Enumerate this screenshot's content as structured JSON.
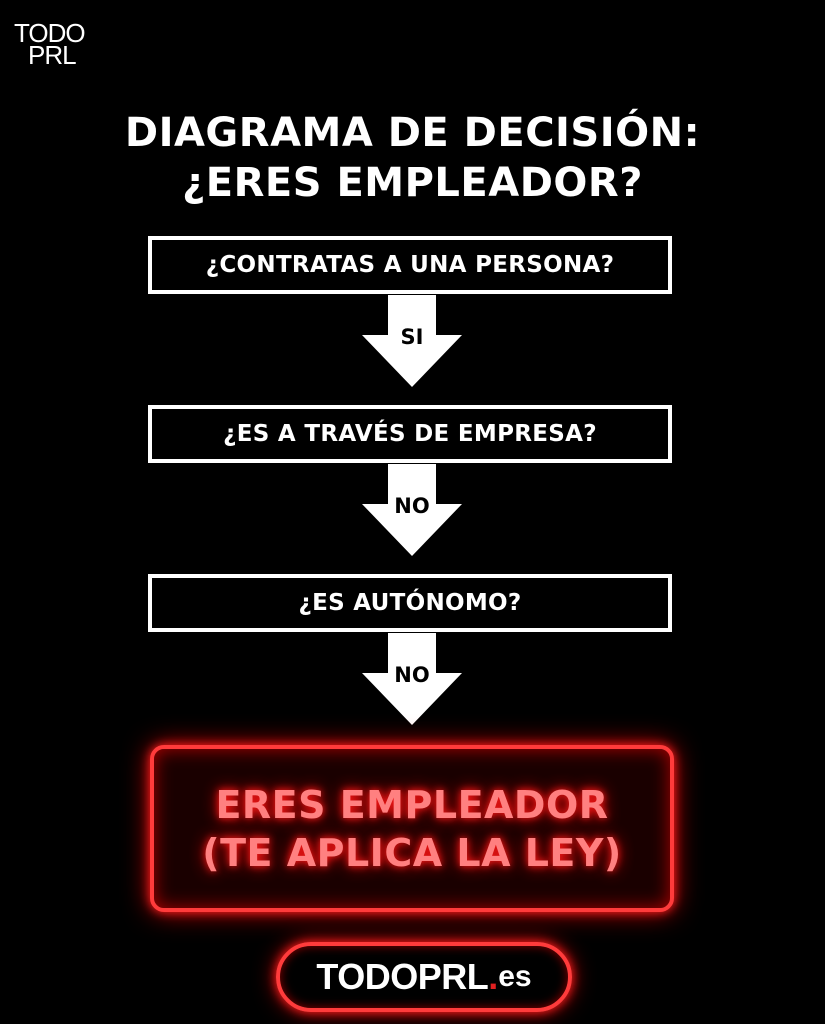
{
  "logo": {
    "line1": "TODO",
    "line2": "PRL"
  },
  "title": {
    "line1": "DIAGRAMA DE DECISIÓN:",
    "line2": "¿ERES EMPLEADOR?"
  },
  "steps": [
    {
      "question": "¿CONTRATAS A UNA PERSONA?",
      "answer": "SI"
    },
    {
      "question": "¿ES A TRAVÉS DE EMPRESA?",
      "answer": "NO"
    },
    {
      "question": "¿ES AUTÓNOMO?",
      "answer": "NO"
    }
  ],
  "result": {
    "line1": "ERES EMPLEADOR",
    "line2": "(TE APLICA LA LEY)"
  },
  "brand": {
    "name": "TODOPRL",
    "dot": ".",
    "tld": "es"
  },
  "colors": {
    "background": "#000000",
    "foreground": "#ffffff",
    "accent": "#ff3b3b"
  }
}
